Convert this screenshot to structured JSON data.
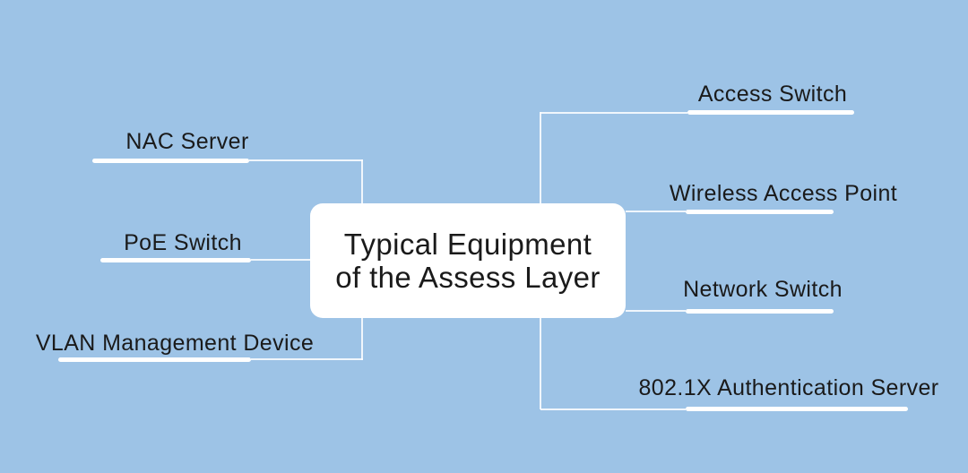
{
  "canvas": {
    "background_color": "#9DC3E6",
    "connector_color": "#FFFFFF",
    "underline_color": "#FFFFFF",
    "text_color": "#1A1A1A"
  },
  "root_topic": {
    "label": "Typical Equipment\nof the Assess Layer",
    "fill_color": "#FFFFFF"
  },
  "branches": {
    "left": [
      {
        "label": "NAC Server"
      },
      {
        "label": "PoE Switch"
      },
      {
        "label": "VLAN Management Device"
      }
    ],
    "right": [
      {
        "label": "Access Switch"
      },
      {
        "label": "Wireless Access Point"
      },
      {
        "label": "Network Switch"
      },
      {
        "label": "802.1X Authentication Server"
      }
    ]
  }
}
